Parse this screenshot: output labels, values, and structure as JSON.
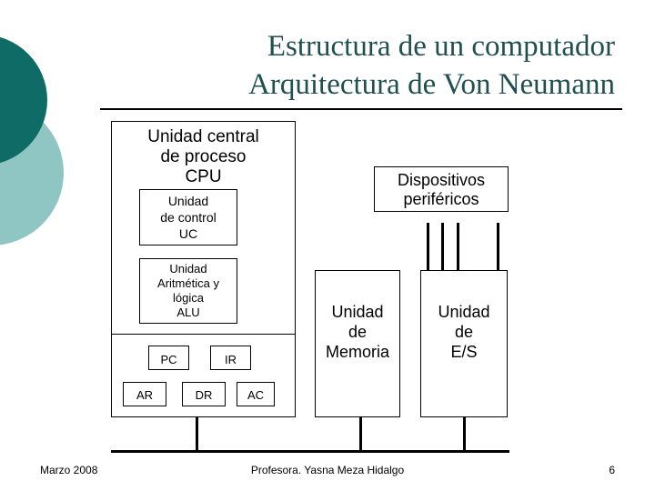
{
  "title": {
    "line1": "Estructura de un computador",
    "line2": "Arquitectura de Von Neumann"
  },
  "cpu": {
    "line1": "Unidad central",
    "line2": "de proceso",
    "line3": "CPU"
  },
  "control_unit": {
    "line1": "Unidad",
    "line2": "de control",
    "line3": "UC"
  },
  "alu": {
    "line1": "Unidad",
    "line2": "Aritmética y",
    "line3": "lógica",
    "line4": "ALU"
  },
  "registers": {
    "pc": "PC",
    "ir": "IR",
    "ar": "AR",
    "dr": "DR",
    "ac": "AC"
  },
  "peripherals": {
    "line1": "Dispositivos",
    "line2": "periféricos"
  },
  "memory": {
    "line1": "Unidad",
    "line2": "de",
    "line3": "Memoria"
  },
  "io": {
    "line1": "Unidad",
    "line2": "de",
    "line3": "E/S"
  },
  "footer": {
    "date": "Marzo 2008",
    "author": "Profesora. Yasna Meza Hidalgo",
    "page": "6"
  },
  "colors": {
    "dark_teal": "#0e6b66",
    "light_teal": "#8fc6c3",
    "title": "#1f4f4f"
  }
}
